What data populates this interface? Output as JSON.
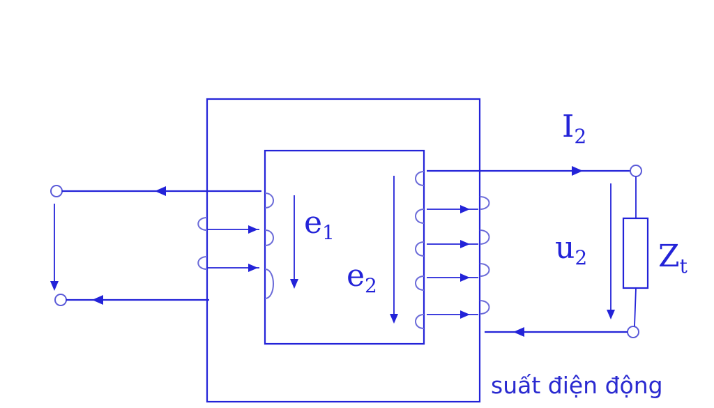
{
  "labels": {
    "current_secondary": {
      "main": "I",
      "sub": "2"
    },
    "emf_primary": {
      "main": "e",
      "sub": "1"
    },
    "emf_secondary": {
      "main": "e",
      "sub": "2"
    },
    "voltage_secondary": {
      "main": "u",
      "sub": "2"
    },
    "load_impedance": {
      "main": "Z",
      "sub": "t"
    }
  },
  "caption": "suất điện động",
  "colors": {
    "line": "#2323d8",
    "coil": "#6a6ad8",
    "text": "#2a2ad0",
    "background": "#ffffff"
  }
}
